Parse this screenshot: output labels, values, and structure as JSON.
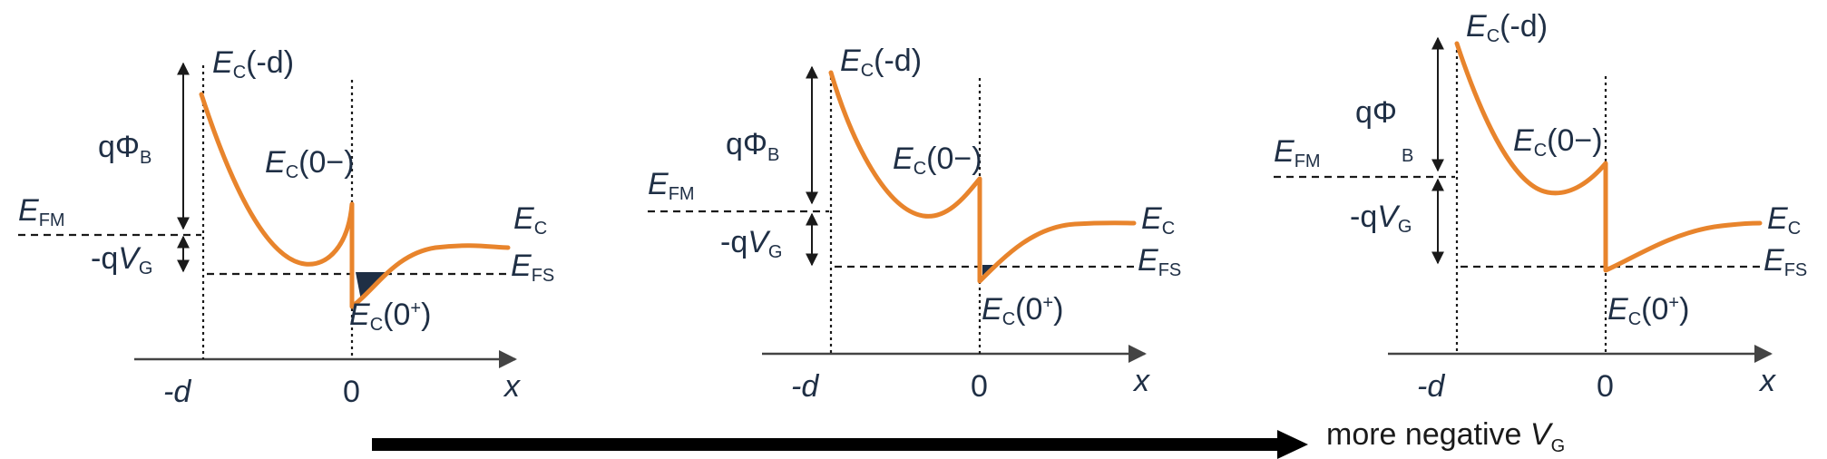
{
  "labels": {
    "ec_minus_d": "(-d)",
    "ec_zero_minus": "(0−)",
    "ec_zero_plus": "(0",
    "plus_sup": "+",
    "close_paren": ")",
    "ec_sub": "C",
    "e_letter": "E",
    "fm_sub": "FM",
    "fs_sub": "FS",
    "q_phi": "qΦ",
    "b_sub": "B",
    "neg_q": "-q",
    "v_letter": "V",
    "g_sub": "G",
    "minus_d": "-d",
    "zero": "0",
    "x": "x"
  },
  "caption": {
    "text": "more negative ",
    "v": "V",
    "sub": "G"
  },
  "colors": {
    "band": "#e8842c",
    "text": "#1f2f45"
  }
}
